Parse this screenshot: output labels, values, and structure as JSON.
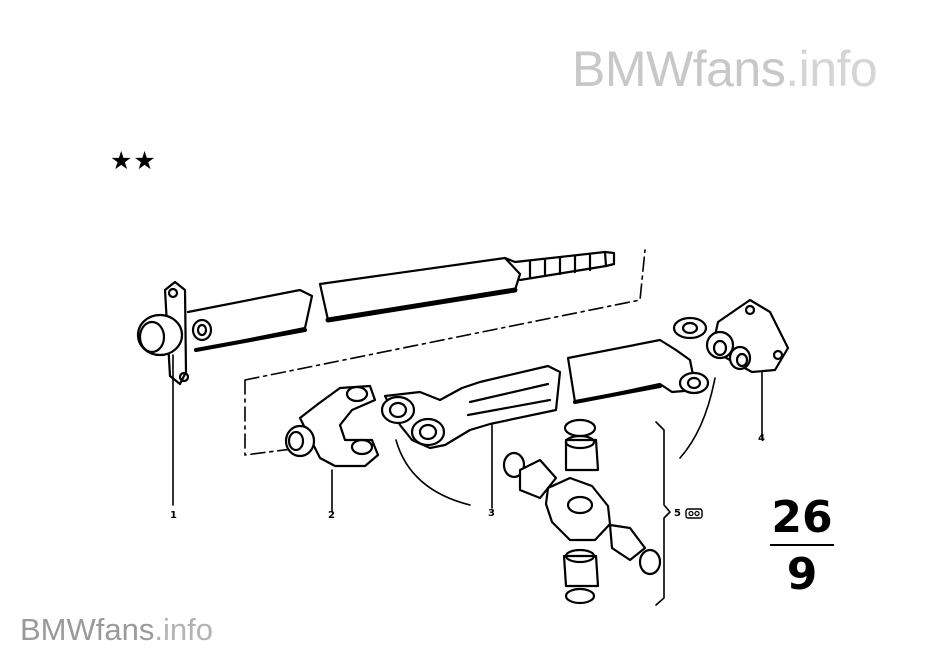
{
  "watermark": {
    "brand": "BMWfans",
    "suffix": ".info"
  },
  "footer_watermark": {
    "brand": "BMWfans",
    "suffix": ".info"
  },
  "marker": "★★",
  "callouts": [
    "1",
    "2",
    "3",
    "4",
    "5"
  ],
  "group": {
    "main": "26",
    "sub": "9"
  }
}
